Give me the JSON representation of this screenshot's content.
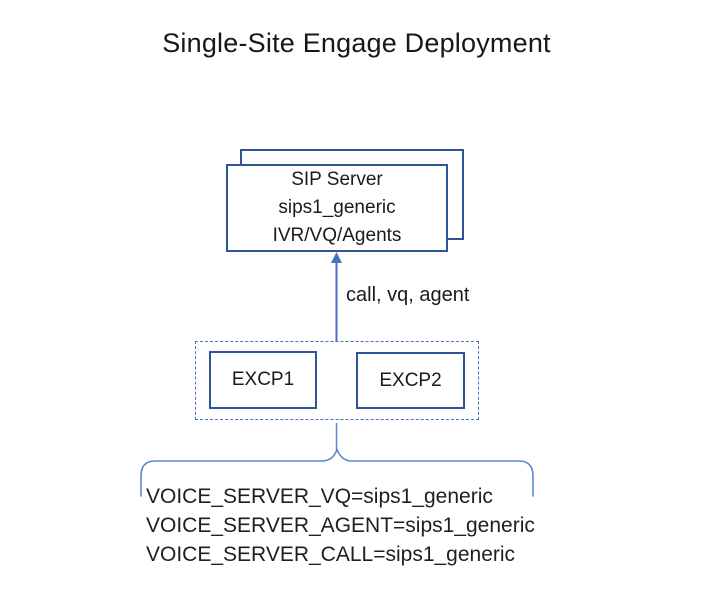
{
  "title": "Single-Site Engage Deployment",
  "colors": {
    "box_border": "#2f5597",
    "connector_blue": "#4472c4",
    "brace_blue": "#5b87cb",
    "text": "#1b1b1b",
    "background": "#ffffff"
  },
  "sip_server": {
    "lines": [
      "SIP Server",
      "sips1_generic",
      "IVR/VQ/Agents"
    ]
  },
  "flow": {
    "arrow_label": "call, vq, agent"
  },
  "excp_group": {
    "items": [
      {
        "label": "EXCP1"
      },
      {
        "label": "EXCP2"
      }
    ]
  },
  "env_vars": {
    "lines": [
      "VOICE_SERVER_VQ=sips1_generic",
      "VOICE_SERVER_AGENT=sips1_generic",
      "VOICE_SERVER_CALL=sips1_generic"
    ]
  }
}
